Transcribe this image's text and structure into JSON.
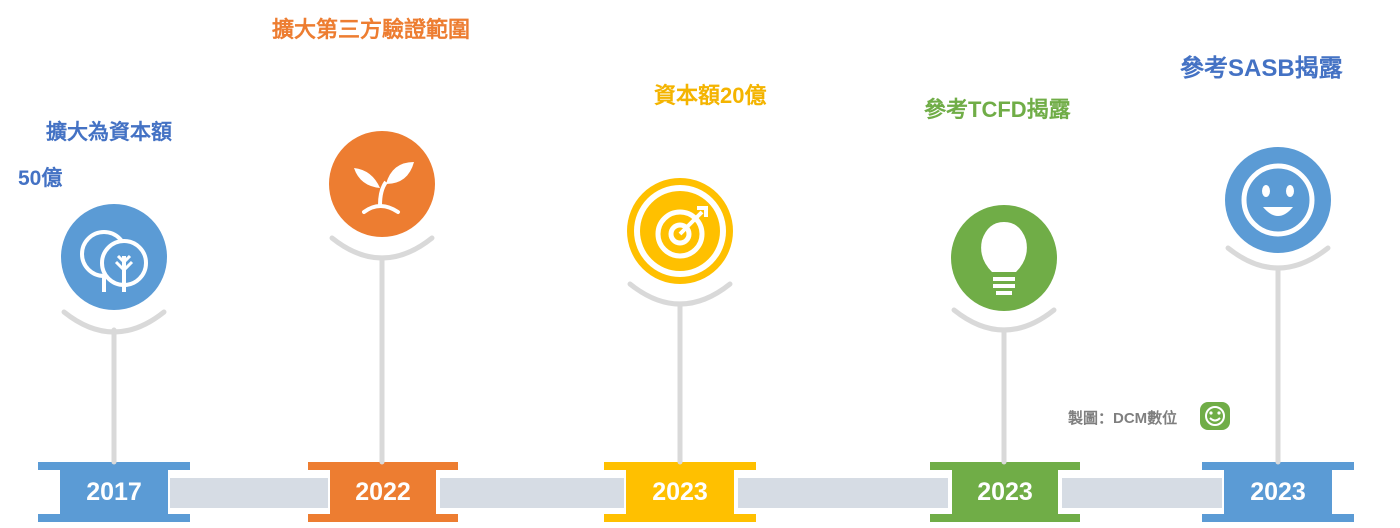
{
  "colors": {
    "blue": "#5b9bd5",
    "blue_dark": "#4472c4",
    "orange": "#ed7d31",
    "yellow": "#ffc000",
    "green": "#70ad47",
    "gray_bar": "#d6dce4",
    "stem": "#d9d9d9"
  },
  "milestones": [
    {
      "year": "2017",
      "label_line1": "擴大為資本額",
      "label_line2": "50億",
      "icon": "tree-icon"
    },
    {
      "year": "2022",
      "label_line1": "擴大第三方驗證範圍",
      "icon": "sprout-icon"
    },
    {
      "year": "2023",
      "label_line1": "資本額20億",
      "icon": "target-icon"
    },
    {
      "year": "2023",
      "label_line1": "參考TCFD揭露",
      "icon": "lightbulb-icon"
    },
    {
      "year": "2023",
      "label_line1": "參考SASB揭露",
      "icon": "smiley-icon"
    }
  ],
  "credit": {
    "text": "製圖：DCM數位"
  }
}
